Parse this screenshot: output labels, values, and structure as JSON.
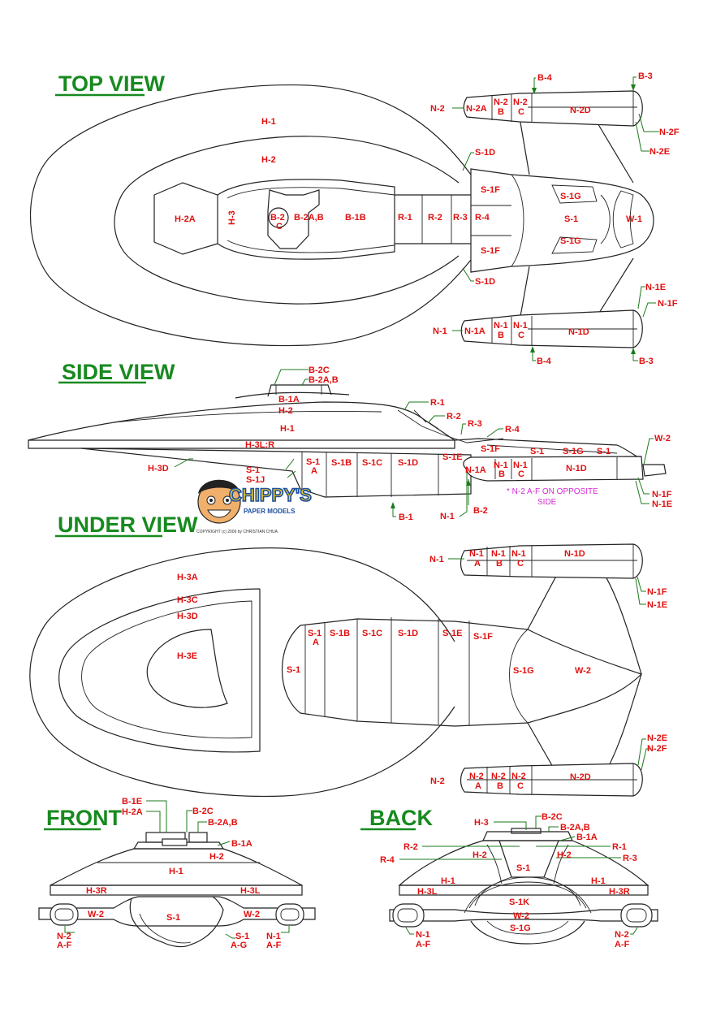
{
  "views": {
    "top": "TOP VIEW",
    "side": "SIDE VIEW",
    "under": "UNDER VIEW",
    "front": "FRONT",
    "back": "BACK"
  },
  "logo": {
    "name": "CHIPPY'S",
    "subtitle": "PAPER MODELS",
    "copyright": "COPYRIGHT (c) 2006 by CHRISTIAN CHUA"
  },
  "note": {
    "line1": "* N-2 A-F ON OPPOSITE",
    "line2": "SIDE"
  },
  "colors": {
    "label": "#e01010",
    "heading": "#178a1f",
    "leader": "#1c7a1c",
    "note": "#d42ad4"
  },
  "labels": {
    "top": [
      {
        "id": "t1",
        "text": "H-1"
      },
      {
        "id": "t2",
        "text": "H-2"
      },
      {
        "id": "t3",
        "text": "H-2A"
      },
      {
        "id": "t4",
        "text": "H-3"
      },
      {
        "id": "t5",
        "text": "B-2"
      },
      {
        "id": "t6",
        "text": "C"
      },
      {
        "id": "t7",
        "text": "B-2A,B"
      },
      {
        "id": "t8",
        "text": "B-1B"
      },
      {
        "id": "t9",
        "text": "R-1"
      },
      {
        "id": "t10",
        "text": "R-2"
      },
      {
        "id": "t11",
        "text": "R-3"
      },
      {
        "id": "t12",
        "text": "R-4"
      },
      {
        "id": "t13",
        "text": "S-1F"
      },
      {
        "id": "t14",
        "text": "S-1F"
      },
      {
        "id": "t15",
        "text": "S-1G"
      },
      {
        "id": "t16",
        "text": "S-1G"
      },
      {
        "id": "t17",
        "text": "S-1"
      },
      {
        "id": "t18",
        "text": "W-1"
      },
      {
        "id": "t19",
        "text": "S-1D"
      },
      {
        "id": "t20",
        "text": "S-1D"
      },
      {
        "id": "t21",
        "text": "N-2"
      },
      {
        "id": "t22",
        "text": "N-2A"
      },
      {
        "id": "t23",
        "text": "N-2"
      },
      {
        "id": "t24",
        "text": "B"
      },
      {
        "id": "t25",
        "text": "N-2"
      },
      {
        "id": "t26",
        "text": "C"
      },
      {
        "id": "t27",
        "text": "N-2D"
      },
      {
        "id": "t28",
        "text": "B-4"
      },
      {
        "id": "t29",
        "text": "B-3"
      },
      {
        "id": "t30",
        "text": "N-2F"
      },
      {
        "id": "t31",
        "text": "N-2E"
      },
      {
        "id": "t32",
        "text": "N-1"
      },
      {
        "id": "t33",
        "text": "N-1A"
      },
      {
        "id": "t34",
        "text": "N-1"
      },
      {
        "id": "t35",
        "text": "B"
      },
      {
        "id": "t36",
        "text": "N-1"
      },
      {
        "id": "t37",
        "text": "C"
      },
      {
        "id": "t38",
        "text": "N-1D"
      },
      {
        "id": "t39",
        "text": "N-1E"
      },
      {
        "id": "t40",
        "text": "N-1F"
      },
      {
        "id": "t41",
        "text": "B-4"
      },
      {
        "id": "t42",
        "text": "B-3"
      }
    ],
    "side": [
      {
        "id": "s1",
        "text": "B-2C"
      },
      {
        "id": "s2",
        "text": "B-2A,B"
      },
      {
        "id": "s3",
        "text": "B-1A"
      },
      {
        "id": "s4",
        "text": "H-2"
      },
      {
        "id": "s5",
        "text": "H-1"
      },
      {
        "id": "s6",
        "text": "H-3L:R"
      },
      {
        "id": "s7",
        "text": "H-3D"
      },
      {
        "id": "s8",
        "text": "R-1"
      },
      {
        "id": "s9",
        "text": "R-2"
      },
      {
        "id": "s10",
        "text": "R-3"
      },
      {
        "id": "s11",
        "text": "R-4"
      },
      {
        "id": "s12",
        "text": "S-1F"
      },
      {
        "id": "s13",
        "text": "S-1"
      },
      {
        "id": "s14",
        "text": "S-1G"
      },
      {
        "id": "s15",
        "text": "S-1"
      },
      {
        "id": "s16",
        "text": "W-2"
      },
      {
        "id": "s17",
        "text": "S-1"
      },
      {
        "id": "s18",
        "text": "S-1J"
      },
      {
        "id": "s19",
        "text": "S-1"
      },
      {
        "id": "s20",
        "text": "A"
      },
      {
        "id": "s21",
        "text": "S-1B"
      },
      {
        "id": "s22",
        "text": "S-1C"
      },
      {
        "id": "s23",
        "text": "S-1D"
      },
      {
        "id": "s24",
        "text": "S-1E"
      },
      {
        "id": "s25",
        "text": "N-1A"
      },
      {
        "id": "s26",
        "text": "N-1"
      },
      {
        "id": "s27",
        "text": "B"
      },
      {
        "id": "s28",
        "text": "N-1"
      },
      {
        "id": "s29",
        "text": "C"
      },
      {
        "id": "s30",
        "text": "N-1D"
      },
      {
        "id": "s31",
        "text": "N-1F"
      },
      {
        "id": "s32",
        "text": "N-1E"
      },
      {
        "id": "s33",
        "text": "B-1"
      },
      {
        "id": "s34",
        "text": "N-1"
      },
      {
        "id": "s35",
        "text": "B-2"
      }
    ],
    "under": [
      {
        "id": "u1",
        "text": "H-3A"
      },
      {
        "id": "u2",
        "text": "H-3C"
      },
      {
        "id": "u3",
        "text": "H-3D"
      },
      {
        "id": "u4",
        "text": "H-3E"
      },
      {
        "id": "u5",
        "text": "S-1"
      },
      {
        "id": "u6",
        "text": "S-1"
      },
      {
        "id": "u7",
        "text": "A"
      },
      {
        "id": "u8",
        "text": "S-1B"
      },
      {
        "id": "u9",
        "text": "S-1C"
      },
      {
        "id": "u10",
        "text": "S-1D"
      },
      {
        "id": "u11",
        "text": "S-1E"
      },
      {
        "id": "u12",
        "text": "S-1F"
      },
      {
        "id": "u13",
        "text": "S-1G"
      },
      {
        "id": "u14",
        "text": "W-2"
      },
      {
        "id": "u15",
        "text": "N-1"
      },
      {
        "id": "u16",
        "text": "N-1"
      },
      {
        "id": "u17",
        "text": "A"
      },
      {
        "id": "u18",
        "text": "N-1"
      },
      {
        "id": "u19",
        "text": "B"
      },
      {
        "id": "u20",
        "text": "N-1"
      },
      {
        "id": "u21",
        "text": "C"
      },
      {
        "id": "u22",
        "text": "N-1D"
      },
      {
        "id": "u23",
        "text": "N-1F"
      },
      {
        "id": "u24",
        "text": "N-1E"
      },
      {
        "id": "u25",
        "text": "N-2"
      },
      {
        "id": "u26",
        "text": "N-2"
      },
      {
        "id": "u27",
        "text": "A"
      },
      {
        "id": "u28",
        "text": "N-2"
      },
      {
        "id": "u29",
        "text": "B"
      },
      {
        "id": "u30",
        "text": "N-2"
      },
      {
        "id": "u31",
        "text": "C"
      },
      {
        "id": "u32",
        "text": "N-2D"
      },
      {
        "id": "u33",
        "text": "N-2E"
      },
      {
        "id": "u34",
        "text": "N-2F"
      }
    ],
    "front": [
      {
        "id": "f1",
        "text": "B-1E"
      },
      {
        "id": "f2",
        "text": "H-2A"
      },
      {
        "id": "f3",
        "text": "B-2C"
      },
      {
        "id": "f4",
        "text": "B-2A,B"
      },
      {
        "id": "f5",
        "text": "B-1A"
      },
      {
        "id": "f6",
        "text": "H-2"
      },
      {
        "id": "f7",
        "text": "H-1"
      },
      {
        "id": "f8",
        "text": "H-3R"
      },
      {
        "id": "f9",
        "text": "H-3L"
      },
      {
        "id": "f10",
        "text": "W-2"
      },
      {
        "id": "f11",
        "text": "S-1"
      },
      {
        "id": "f12",
        "text": "W-2"
      },
      {
        "id": "f13",
        "text": "N-2"
      },
      {
        "id": "f14",
        "text": "A-F"
      },
      {
        "id": "f15",
        "text": "S-1"
      },
      {
        "id": "f16",
        "text": "A-G"
      },
      {
        "id": "f17",
        "text": "N-1"
      },
      {
        "id": "f18",
        "text": "A-F"
      }
    ],
    "back": [
      {
        "id": "k1",
        "text": "H-3"
      },
      {
        "id": "k2",
        "text": "B-2C"
      },
      {
        "id": "k3",
        "text": "B-2A,B"
      },
      {
        "id": "k4",
        "text": "B-1A"
      },
      {
        "id": "k5",
        "text": "R-2"
      },
      {
        "id": "k6",
        "text": "R-1"
      },
      {
        "id": "k7",
        "text": "R-4"
      },
      {
        "id": "k8",
        "text": "H-2"
      },
      {
        "id": "k9",
        "text": "H-2"
      },
      {
        "id": "k10",
        "text": "R-3"
      },
      {
        "id": "k11",
        "text": "S-1"
      },
      {
        "id": "k12",
        "text": "H-1"
      },
      {
        "id": "k13",
        "text": "H-1"
      },
      {
        "id": "k14",
        "text": "H-3L"
      },
      {
        "id": "k15",
        "text": "S-1K"
      },
      {
        "id": "k16",
        "text": "H-3R"
      },
      {
        "id": "k17",
        "text": "W-2"
      },
      {
        "id": "k18",
        "text": "S-1G"
      },
      {
        "id": "k19",
        "text": "N-1"
      },
      {
        "id": "k20",
        "text": "A-F"
      },
      {
        "id": "k21",
        "text": "N-2"
      },
      {
        "id": "k22",
        "text": "A-F"
      }
    ]
  }
}
